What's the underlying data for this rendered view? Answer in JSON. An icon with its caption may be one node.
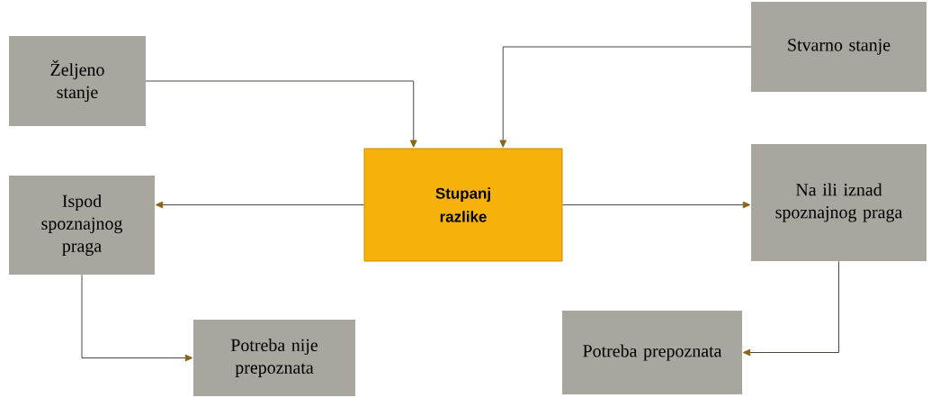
{
  "diagram": {
    "nodes": [
      {
        "text": [
          "Željeno stanje"
        ]
      },
      {
        "text": [
          "Stvarno stanje"
        ]
      },
      {
        "text": [
          "Stupanj razlike"
        ]
      },
      {
        "text": [
          "Ispod spoznajnog praga"
        ]
      },
      {
        "text": [
          "Na ili iznad spoznajnog praga"
        ]
      },
      {
        "text": [
          "Potreba nije prepoznata"
        ]
      },
      {
        "text": [
          "Potreba prepoznata"
        ]
      }
    ],
    "edges": [
      {
        "from": 0,
        "to": 2,
        "arrow": "to"
      },
      {
        "from": 1,
        "to": 2,
        "arrow": "to"
      },
      {
        "from": 2,
        "to": 3,
        "arrow": "to"
      },
      {
        "from": 2,
        "to": 4,
        "arrow": "to"
      },
      {
        "from": 3,
        "to": 5,
        "arrow": "to"
      },
      {
        "from": 4,
        "to": 6,
        "arrow": "to"
      }
    ]
  }
}
